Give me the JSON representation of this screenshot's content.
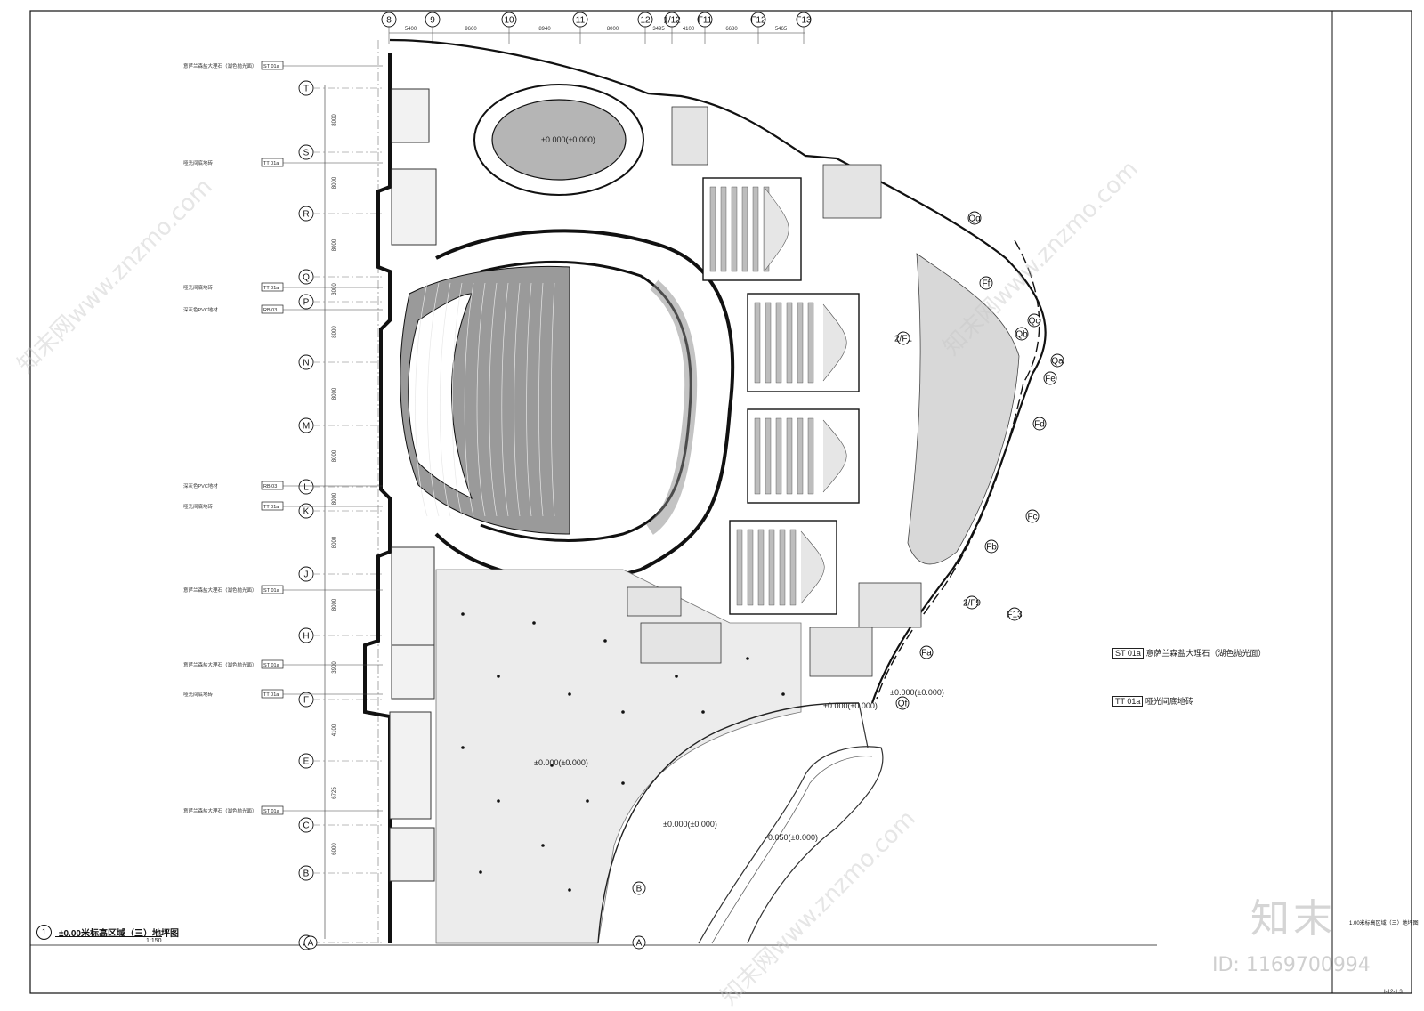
{
  "drawing": {
    "title": "±0.00米标高区域（三）地坪图",
    "number": "1",
    "scale": "1:150",
    "side_title": "1.00米标高区域（三）地坪图",
    "sheet_code": "I-12-1.3"
  },
  "grid_top": [
    "8",
    "9",
    "10",
    "11",
    "12",
    "1/12",
    "F11",
    "F12",
    "F13"
  ],
  "grid_top_dims": [
    "5400",
    "9660",
    "8940",
    "8000",
    "3495",
    "4100",
    "6680",
    "5465"
  ],
  "grid_left": [
    "T",
    "S",
    "R",
    "Q",
    "P",
    "N",
    "M",
    "L",
    "K",
    "J",
    "H",
    "F",
    "E",
    "C",
    "B",
    "A"
  ],
  "grid_left_dims": [
    "8000",
    "8000",
    "8000",
    "3000",
    "8000",
    "8000",
    "8000",
    "8000",
    "8000",
    "8000",
    "3900",
    "4100",
    "6725",
    "6000"
  ],
  "callouts_right": [
    "Qb",
    "Qa",
    "Qc",
    "Qq",
    "Ff",
    "Fe",
    "Fd",
    "Fc",
    "Fb",
    "Fa",
    "Qf",
    "F13",
    "2/F9",
    "2/F1"
  ],
  "callouts_bottom": [
    "A",
    "A",
    "B"
  ],
  "elevations": {
    "vip_lounge": "±0.000(±0.000)",
    "plaza": "±0.000(±0.000)",
    "plaza_lower": "±0.000(±0.000)",
    "outdoor": "±0.000(±0.000)",
    "side_court": "±0.000(±0.000)",
    "path": "-0.050(±0.000)"
  },
  "material_notes": [
    "意萨兰森盐大理石（湖色抛光面）",
    "哑光间底地砖",
    "哑光间底地砖",
    "深灰色PVC地材",
    "深灰色PVC地材",
    "哑光间底地砖",
    "意萨兰森盐大理石（湖色抛光面）",
    "意萨兰森盐大理石（湖色抛光面）",
    "哑光间底地砖",
    "意萨兰森盐大理石（湖色抛光面）"
  ],
  "material_codes": [
    "ST 01a",
    "TT 01a",
    "TT 01a",
    "RB 03",
    "RB 03",
    "TT 01a",
    "ST 01a",
    "ST 01a",
    "TT 01a",
    "ST 01a"
  ],
  "right_notes": [
    "意萨兰森盐大理石（湖色抛光面）",
    "哑光间底地砖"
  ],
  "right_codes": [
    "ST 01a",
    "TT 01a"
  ],
  "watermark": {
    "logo": "知末",
    "id": "ID: 1169700994",
    "site": "知末网www.znzmo.com"
  }
}
